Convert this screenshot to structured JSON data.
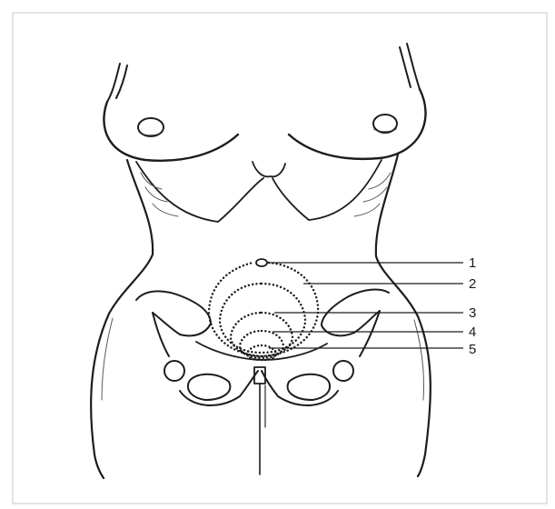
{
  "diagram": {
    "callouts": [
      {
        "number": "1"
      },
      {
        "number": "2"
      },
      {
        "number": "3"
      },
      {
        "number": "4"
      },
      {
        "number": "5"
      }
    ]
  },
  "colors": {
    "background": "#ffffff",
    "frame_border": "#c8c8c8",
    "ink": "#1d1d1d"
  }
}
